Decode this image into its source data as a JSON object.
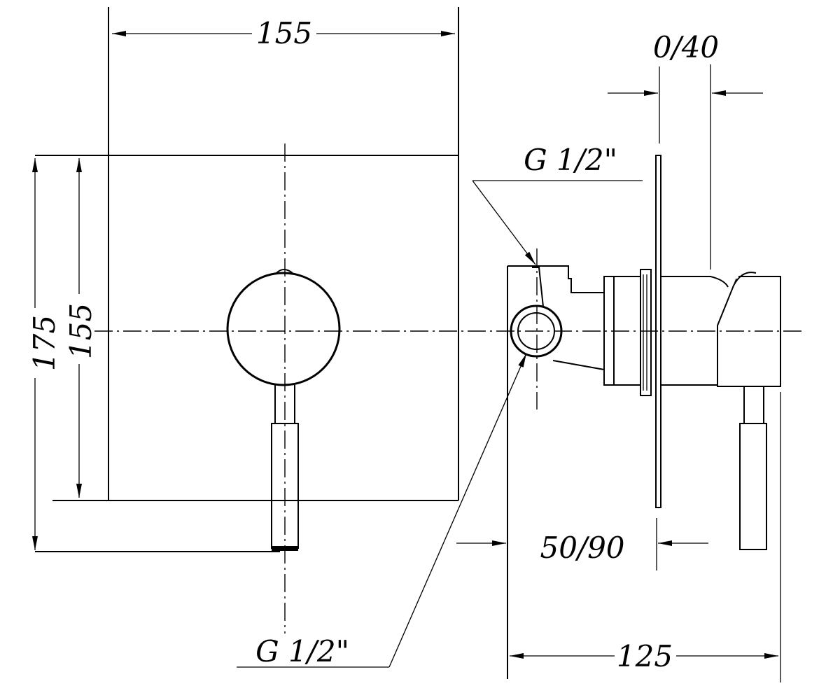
{
  "dimensions": {
    "plate_width": "155",
    "plate_height_outer": "175",
    "plate_height_inner": "155",
    "adjust_range": "0/40",
    "wall_depth": "50/90",
    "total_depth": "125"
  },
  "threads": {
    "upper": "G 1/2\"",
    "lower": "G 1/2\""
  }
}
